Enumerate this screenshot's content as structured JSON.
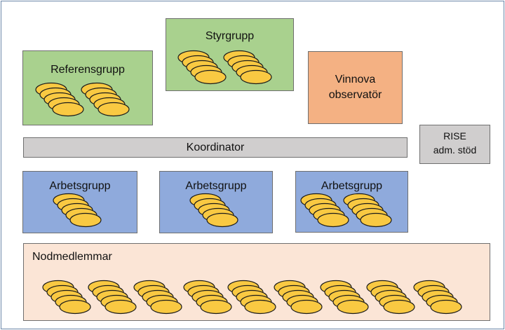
{
  "diagram": {
    "referensgrupp": "Referensgrupp",
    "styrgrupp": "Styrgrupp",
    "vinnova_line1": "Vinnova",
    "vinnova_line2": "observatör",
    "koordinator": "Koordinator",
    "rise_line1": "RISE",
    "rise_line2": "adm. stöd",
    "arbetsgrupp_1": "Arbetsgrupp",
    "arbetsgrupp_2": "Arbetsgrupp",
    "arbetsgrupp_3": "Arbetsgrupp",
    "nodmedlemmar": "Nodmedlemmar"
  },
  "colors": {
    "green_group": "#a9d18e",
    "orange_observer": "#f4b183",
    "blue_workgroup": "#8faadc",
    "grey_coordinator": "#d0cece",
    "peach_members": "#fbe5d6",
    "member_disc_fill": "#f9c942",
    "member_disc_stroke": "#1a1a1a"
  },
  "member_stacks": {
    "referensgrupp": 2,
    "styrgrupp": 2,
    "arbetsgrupp_1": 1,
    "arbetsgrupp_2": 1,
    "arbetsgrupp_3": 2,
    "nodmedlemmar": 9
  }
}
